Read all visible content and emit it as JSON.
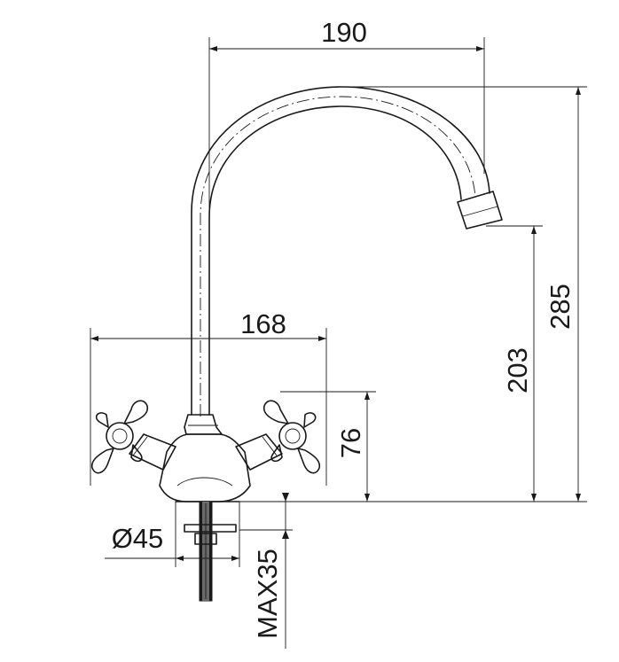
{
  "dimensions": {
    "spout_reach": "190",
    "handle_span": "168",
    "total_height": "285",
    "spout_height": "203",
    "handle_height": "76",
    "hole_diameter": "Ø45",
    "max_deck_thickness": "MAX35"
  }
}
